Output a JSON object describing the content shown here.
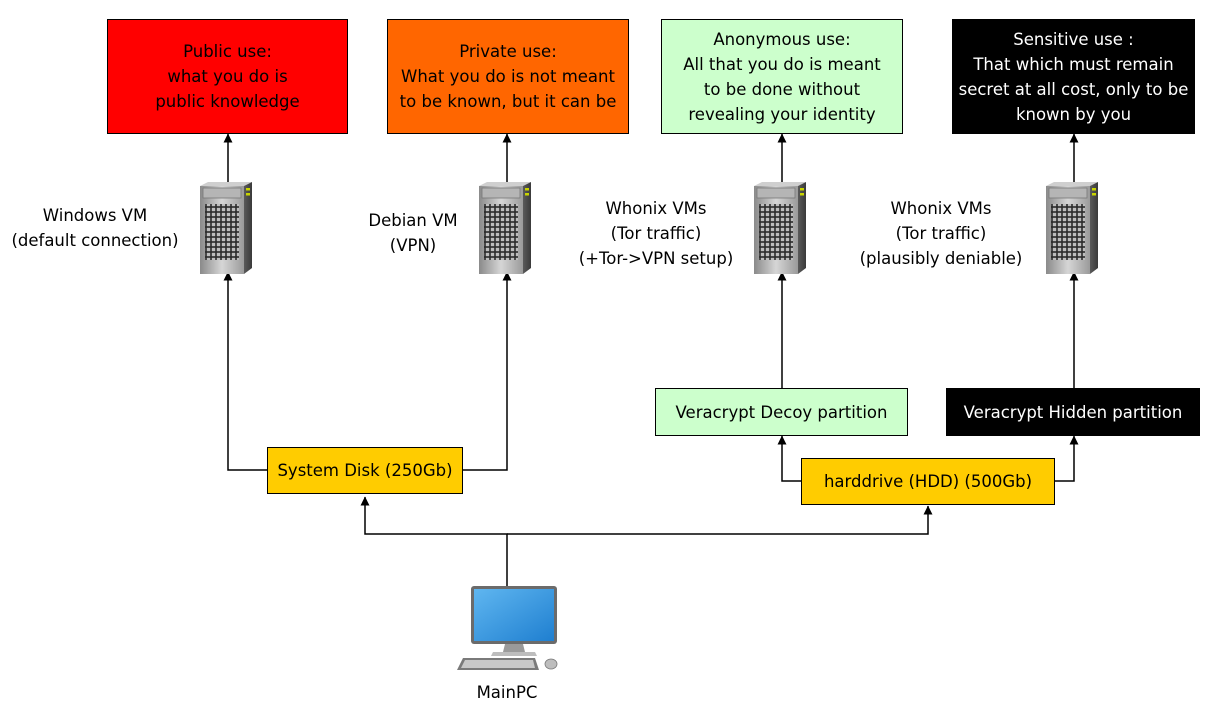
{
  "colors": {
    "public": "#ff0000",
    "private": "#ff6600",
    "anonymous": "#ccffcc",
    "sensitive": "#000000",
    "disk": "#ffcc00",
    "decoy": "#ccffcc",
    "hidden": "#000000"
  },
  "usage": {
    "public": [
      "Public use:",
      "what you do is",
      "public knowledge"
    ],
    "private": [
      "Private use:",
      "What you do is not meant",
      "to be known, but it can be"
    ],
    "anonymous": [
      "Anonymous use:",
      "All that you do is meant",
      "to be done without",
      "revealing your identity"
    ],
    "sensitive": [
      "Sensitive use :",
      "That which must remain",
      "secret at all cost, only to be",
      "known by you"
    ]
  },
  "vms": {
    "windows": [
      "Windows VM",
      "(default connection)"
    ],
    "debian": [
      "Debian VM",
      "(VPN)"
    ],
    "whonix_anon": [
      "Whonix VMs",
      "(Tor traffic)",
      "(+Tor->VPN setup)"
    ],
    "whonix_deniable": [
      "Whonix VMs",
      "(Tor traffic)",
      "(plausibly deniable)"
    ]
  },
  "disks": {
    "system": "System Disk (250Gb)",
    "hdd": "harddrive (HDD) (500Gb)",
    "decoy": "Veracrypt Decoy partition",
    "hidden": "Veracrypt Hidden partition"
  },
  "icons": {
    "vm": "server-icon",
    "pc": "desktop-computer-icon"
  },
  "main_pc": "MainPC"
}
